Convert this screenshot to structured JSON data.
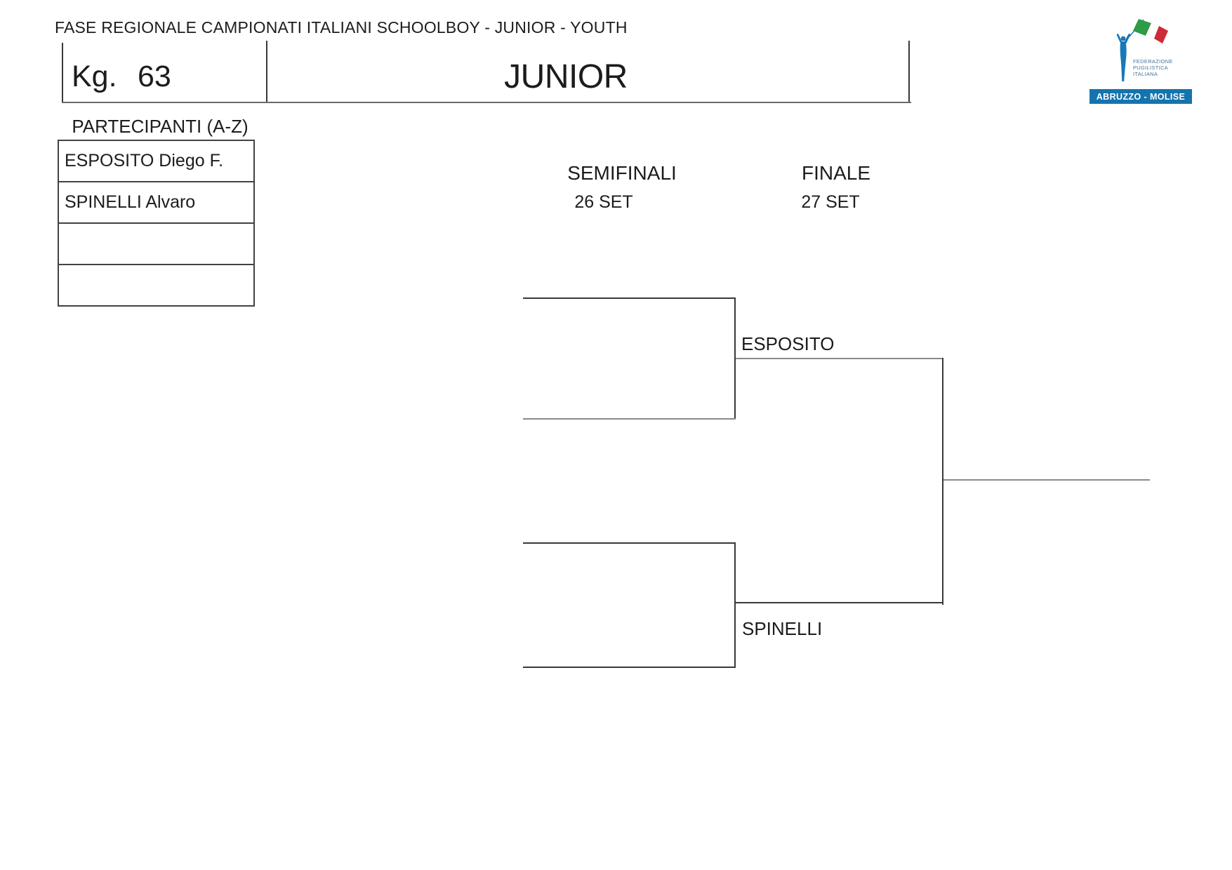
{
  "title": "FASE REGIONALE CAMPIONATI ITALIANI SCHOOLBOY - JUNIOR - YOUTH",
  "header": {
    "weight_label": "Kg.",
    "weight_value": "63",
    "category": "JUNIOR"
  },
  "logo": {
    "federation_lines": [
      "FEDERAZIONE",
      "PUGILISTICA",
      "ITALIANA"
    ],
    "region": "ABRUZZO - MOLISE",
    "banner_color": "#1474ae",
    "figure_color": "#1878b8",
    "text_color": "#45749c",
    "flag_green": "#2e9b45",
    "flag_red": "#ce2b37"
  },
  "participants": {
    "heading": "PARTECIPANTI (A-Z)",
    "rows": [
      "ESPOSITO Diego F.",
      "SPINELLI Alvaro",
      "",
      ""
    ]
  },
  "rounds": [
    {
      "name": "SEMIFINALI",
      "date": "26 SET"
    },
    {
      "name": "FINALE",
      "date": "27 SET"
    }
  ],
  "bracket": {
    "semifinal_top_winner": "ESPOSITO",
    "semifinal_bottom_winner": "SPINELLI"
  }
}
